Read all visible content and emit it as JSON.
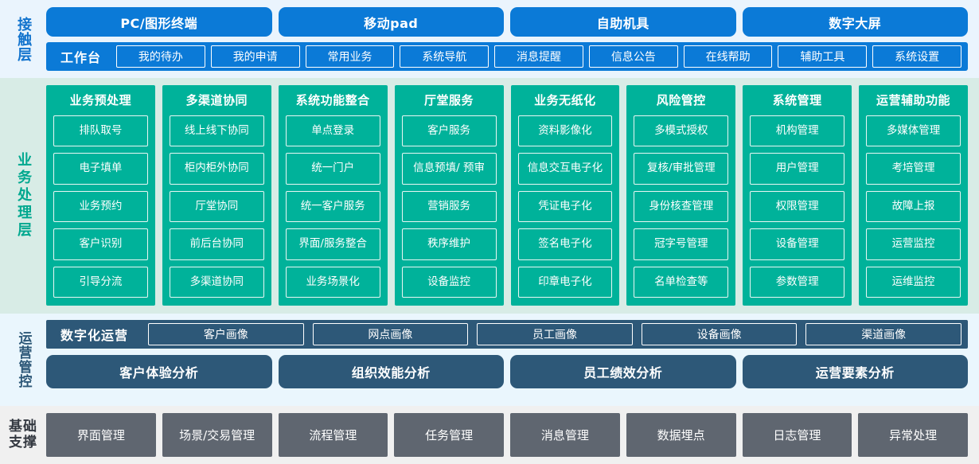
{
  "layers": {
    "contact": {
      "label": "接触层",
      "channels": [
        "PC/图形终端",
        "移动pad",
        "自助机具",
        "数字大屏"
      ],
      "workbench_title": "工作台",
      "workbench_items": [
        "我的待办",
        "我的申请",
        "常用业务",
        "系统导航",
        "消息提醒",
        "信息公告",
        "在线帮助",
        "辅助工具",
        "系统设置"
      ]
    },
    "business": {
      "label": "业务处理层",
      "columns": [
        {
          "title": "业务预处理",
          "items": [
            "排队取号",
            "电子填单",
            "业务预约",
            "客户识别",
            "引导分流"
          ]
        },
        {
          "title": "多渠道协同",
          "items": [
            "线上线下协同",
            "柜内柜外协同",
            "厅堂协同",
            "前后台协同",
            "多渠道协同"
          ]
        },
        {
          "title": "系统功能整合",
          "items": [
            "单点登录",
            "统一门户",
            "统一客户服务",
            "界面/服务整合",
            "业务场景化"
          ]
        },
        {
          "title": "厅堂服务",
          "items": [
            "客户服务",
            "信息预填/\n预审",
            "营销服务",
            "秩序维护",
            "设备监控"
          ]
        },
        {
          "title": "业务无纸化",
          "items": [
            "资料影像化",
            "信息交互电子化",
            "凭证电子化",
            "签名电子化",
            "印章电子化"
          ]
        },
        {
          "title": "风险管控",
          "items": [
            "多模式授权",
            "复核/审批管理",
            "身份核查管理",
            "冠字号管理",
            "名单检查等"
          ]
        },
        {
          "title": "系统管理",
          "items": [
            "机构管理",
            "用户管理",
            "权限管理",
            "设备管理",
            "参数管理"
          ]
        },
        {
          "title": "运营辅助功能",
          "items": [
            "多媒体管理",
            "考培管理",
            "故障上报",
            "运营监控",
            "运维监控"
          ]
        }
      ]
    },
    "operations": {
      "label": "运营管控",
      "digital_title": "数字化运营",
      "portraits": [
        "客户画像",
        "网点画像",
        "员工画像",
        "设备画像",
        "渠道画像"
      ],
      "analysis": [
        "客户体验分析",
        "组织效能分析",
        "员工绩效分析",
        "运营要素分析"
      ]
    },
    "base": {
      "label": "基础\n支撑",
      "items": [
        "界面管理",
        "场景/交易管理",
        "流程管理",
        "任务管理",
        "消息管理",
        "数据埋点",
        "日志管理",
        "异常处理"
      ]
    }
  },
  "colors": {
    "contact_blue": "#0b7ad7",
    "contact_bg": "#eaf4fd",
    "business_green": "#00b29a",
    "business_bg": "#d8ece6",
    "ops_darkblue": "#2d5878",
    "ops_bg": "#eaf6fd",
    "base_gray": "#5f6670",
    "base_bg": "#f0f0f0"
  }
}
